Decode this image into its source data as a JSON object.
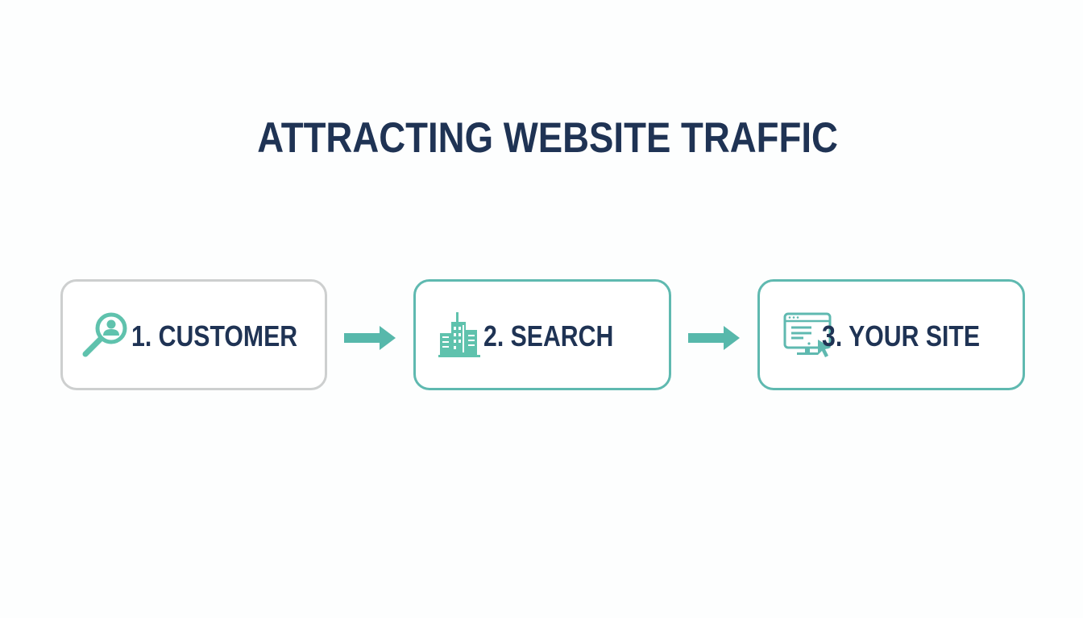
{
  "title": "ATTRACTING WEBSITE TRAFFIC",
  "colors": {
    "title": "#1f3354",
    "accent": "#5fb9b0",
    "inactive_border": "#cdcfcf",
    "background": "#fdfefe"
  },
  "steps": [
    {
      "number": "1",
      "label": "1. CUSTOMER",
      "icon": "magnifier-user-icon",
      "state": "inactive"
    },
    {
      "number": "2",
      "label": "2. SEARCH",
      "icon": "buildings-icon",
      "state": "active"
    },
    {
      "number": "3",
      "label": "3. YOUR SITE",
      "icon": "monitor-cursor-icon",
      "state": "active"
    }
  ],
  "connectors": [
    {
      "from": "1",
      "to": "2",
      "icon": "arrow-right-icon"
    },
    {
      "from": "2",
      "to": "3",
      "icon": "arrow-right-icon"
    }
  ]
}
